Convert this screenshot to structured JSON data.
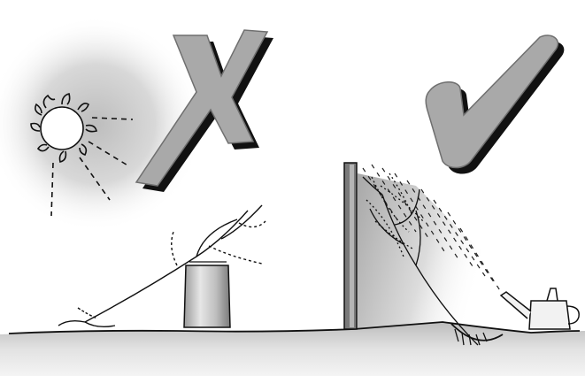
{
  "illustration": {
    "left_panel": {
      "verdict_icon": "cross-mark-icon",
      "elements": [
        "sun-icon",
        "wilted-plant",
        "water-barrel"
      ]
    },
    "right_panel": {
      "verdict_icon": "check-mark-icon",
      "elements": [
        "wall-post",
        "shade-rays",
        "healthy-plant",
        "watering-can-icon"
      ]
    },
    "colors": {
      "mark_fill": "#a9a9a9",
      "mark_shadow": "#111111",
      "line": "#111111",
      "sun_glow": "#bdbdbd",
      "ground": "#cfcfcf"
    }
  }
}
